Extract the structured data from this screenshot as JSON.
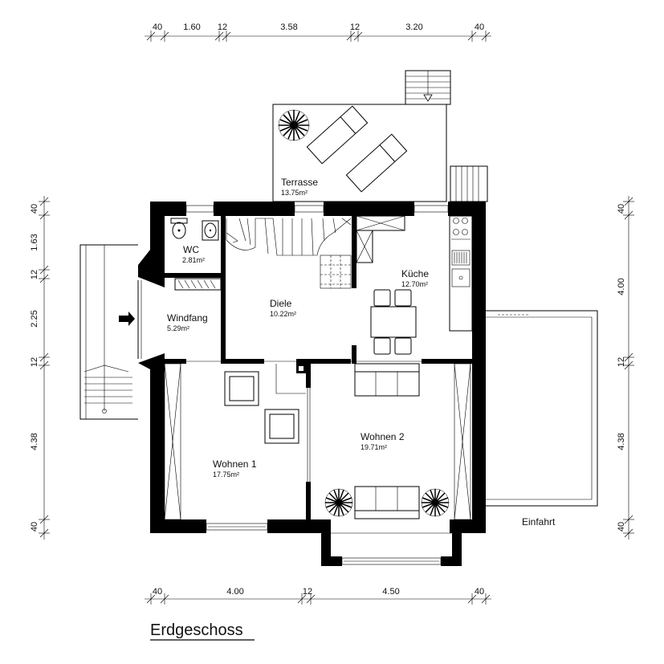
{
  "title": "Erdgeschoss",
  "dimensions": {
    "top": [
      "40",
      "1.60",
      "12",
      "3.58",
      "12",
      "3.20",
      "40"
    ],
    "bottom": [
      "40",
      "4.00",
      "12",
      "4.50",
      "40"
    ],
    "left": [
      "40",
      "1.63",
      "12",
      "2.25",
      "12",
      "4.38",
      "40"
    ],
    "right": [
      "40",
      "4.00",
      "12",
      "4.38",
      "40"
    ]
  },
  "rooms": {
    "terrasse": {
      "name": "Terrasse",
      "area": "13.75m²"
    },
    "wc": {
      "name": "WC",
      "area": "2.81m²"
    },
    "diele": {
      "name": "Diele",
      "area": "10.22m²"
    },
    "kueche": {
      "name": "Küche",
      "area": "12.70m²"
    },
    "windfang": {
      "name": "Windfang",
      "area": "5.29m²"
    },
    "wohnen1": {
      "name": "Wohnen 1",
      "area": "17.75m²"
    },
    "wohnen2": {
      "name": "Wohnen 2",
      "area": "19.71m²"
    }
  },
  "labels": {
    "einfahrt": "Einfahrt"
  }
}
